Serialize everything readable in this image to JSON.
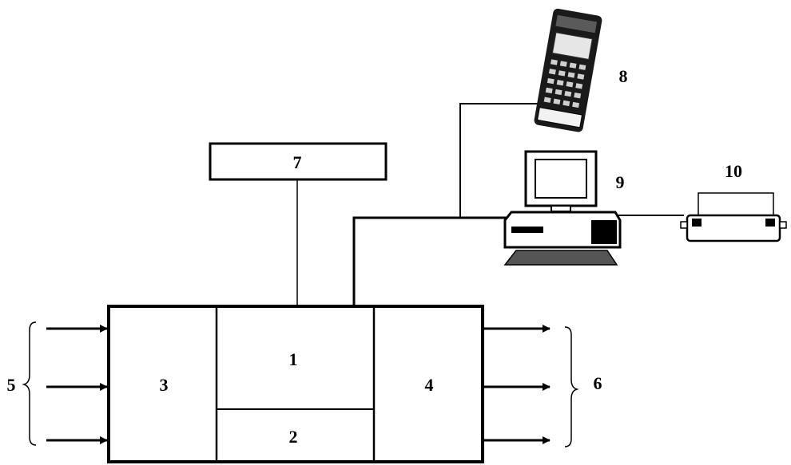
{
  "labels": {
    "block_1": "1",
    "block_2": "2",
    "block_3": "3",
    "block_4": "4",
    "inputs": "5",
    "outputs": "6",
    "block_7": "7",
    "handheld": "8",
    "computer": "9",
    "printer": "10"
  },
  "icons": {
    "handheld": "handheld-terminal-icon",
    "computer": "desktop-computer-icon",
    "printer": "printer-icon"
  },
  "colors": {
    "line": "#000000",
    "background": "#ffffff"
  }
}
